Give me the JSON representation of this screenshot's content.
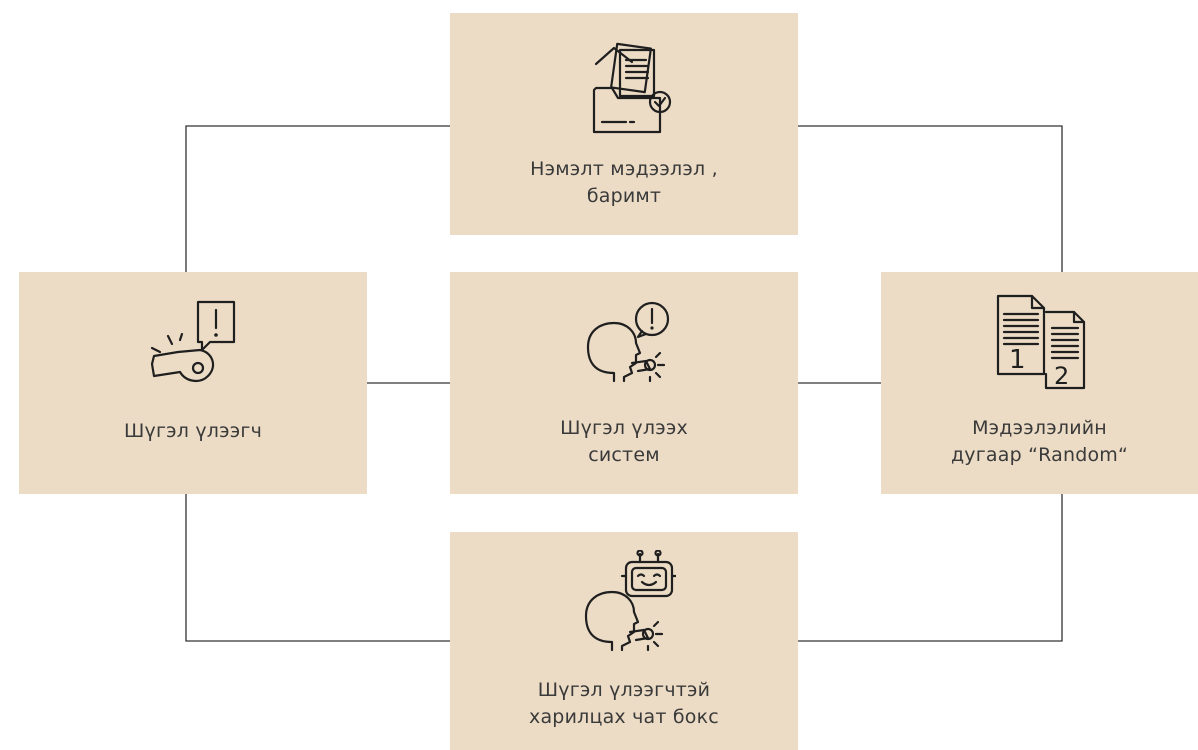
{
  "colors": {
    "box_fill": "#ecdcc6",
    "connector": "#333333",
    "icon_stroke": "#1f1f1f",
    "text": "#3a3a3a"
  },
  "nodes": {
    "top": {
      "line1": "Нэмэлт мэдээлэл ,",
      "line2": "баримт",
      "icon": "documents-folder-check-icon"
    },
    "left": {
      "line1": "Шүгэл үлээгч",
      "line2": "",
      "icon": "whistle-alert-icon"
    },
    "center": {
      "line1": "Шүгэл үлээх",
      "line2": "систем",
      "icon": "person-whistle-alert-icon"
    },
    "right": {
      "line1": "Мэдээлэлийн",
      "line2": "дугаар “Random“",
      "icon": "numbered-documents-icon"
    },
    "bottom": {
      "line1": "Шүгэл үлээгчтэй",
      "line2": "харилцах чат бокс",
      "icon": "person-whistle-robot-icon"
    }
  }
}
